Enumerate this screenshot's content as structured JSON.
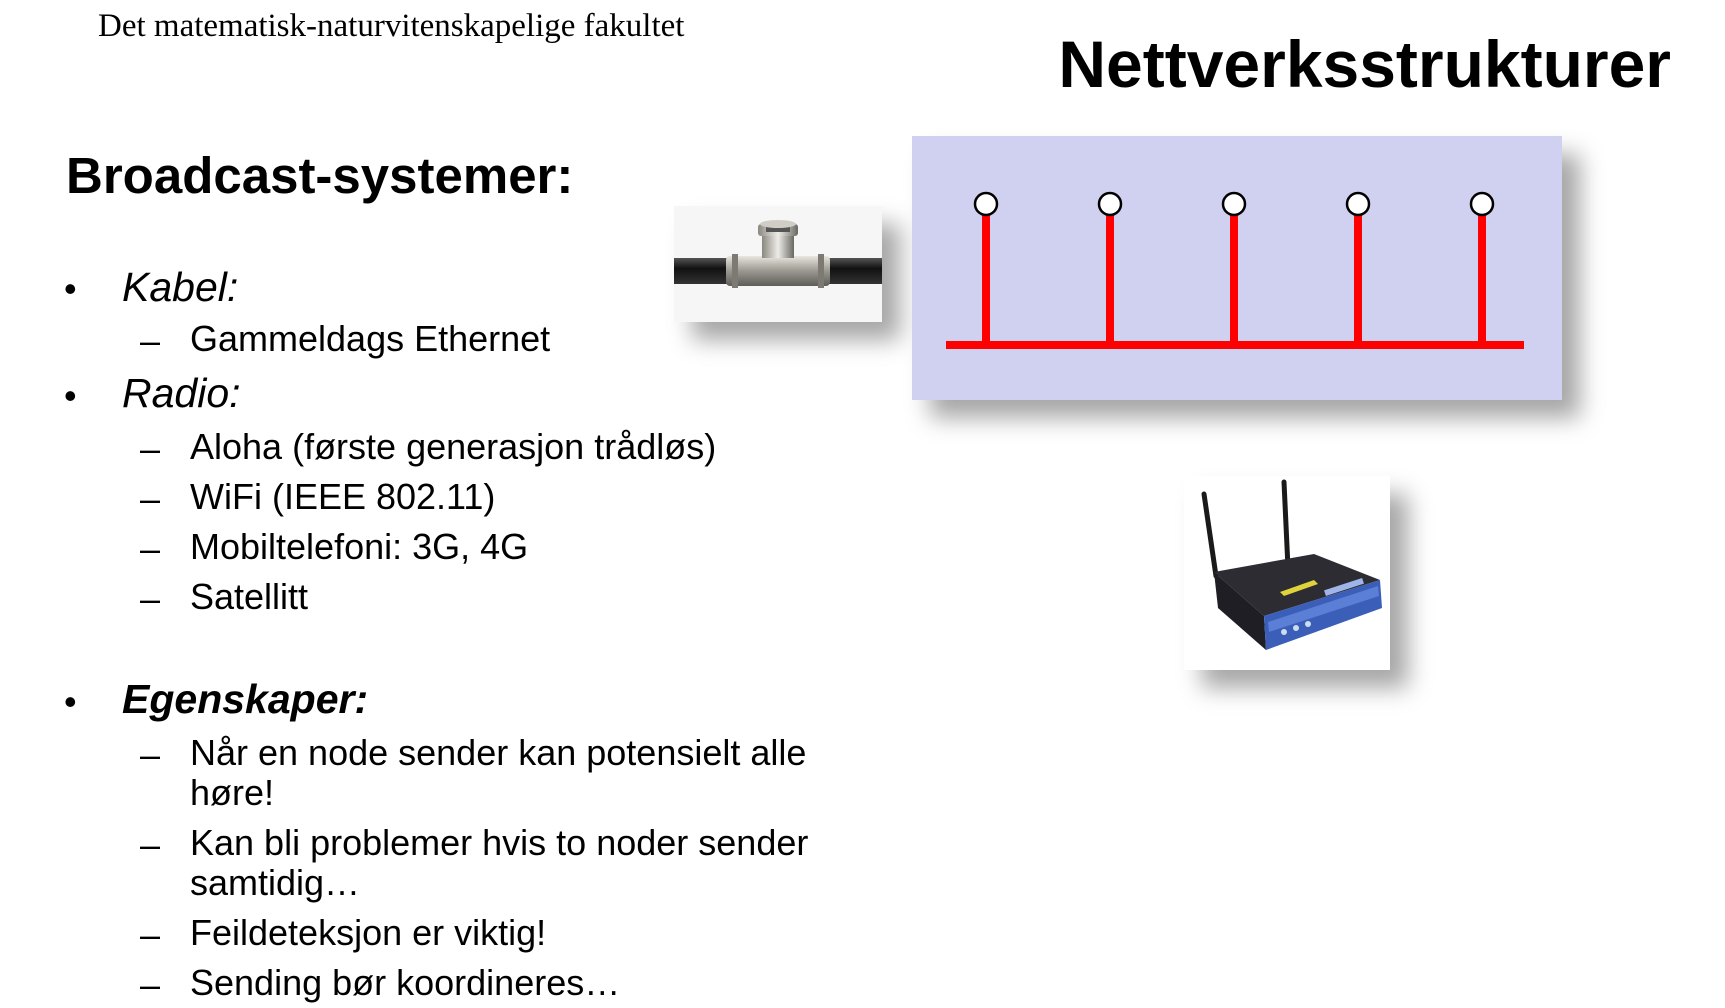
{
  "header": {
    "faculty": "Det matematisk-naturvitenskapelige fakultet",
    "title": "Nettverksstrukturer"
  },
  "content": {
    "heading": "Broadcast-systemer:",
    "bullets": [
      {
        "label": "Kabel:",
        "subitems": [
          "Gammeldags Ethernet"
        ]
      },
      {
        "label": "Radio:",
        "subitems": [
          "Aloha (første generasjon trådløs)",
          "WiFi (IEEE 802.11)",
          "Mobiltelefoni: 3G, 4G",
          "Satellitt"
        ]
      },
      {
        "label": "Egenskaper:",
        "subitems": [
          "Når en node sender kan potensielt alle",
          "høre!",
          "Kan bli problemer hvis to noder sender",
          "samtidig…",
          "Feildeteksjon er viktig!",
          "Sending bør koordineres…"
        ]
      }
    ],
    "bullet_symbol": "•",
    "dash_symbol": "–"
  },
  "figures": {
    "bus_color": "#ff0000",
    "panel_color": "#d0d1f0",
    "node_count": 5,
    "connector_icon": "bnc-t-connector-icon",
    "router_icon": "wifi-router-icon"
  }
}
